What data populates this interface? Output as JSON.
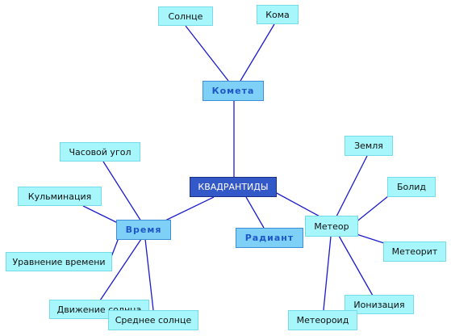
{
  "root": {
    "label": "КВАДРАНТИДЫ"
  },
  "branches": {
    "comet": {
      "label": "Комета"
    },
    "time": {
      "label": "Время"
    },
    "radiant": {
      "label": "Радиант"
    },
    "meteor": {
      "label": "Метеор"
    }
  },
  "leaves": {
    "sun": "Солнце",
    "coma": "Кома",
    "hour_angle": "Часовой угол",
    "culmination": "Кульминация",
    "equation_of_time": "Уравнение времени",
    "sun_motion": "Движение солнца",
    "mean_sun": "Среднее солнце",
    "earth": "Земля",
    "bolide": "Болид",
    "meteorite": "Метеорит",
    "ionization": "Ионизация",
    "meteoroid": "Метеороид"
  },
  "colors": {
    "edge": "#1c1ccc",
    "leaf_fill": "#a6f6fb",
    "mid_fill": "#7fd0f7",
    "mid_text": "#1e56c8",
    "root_fill": "#3358c8"
  }
}
